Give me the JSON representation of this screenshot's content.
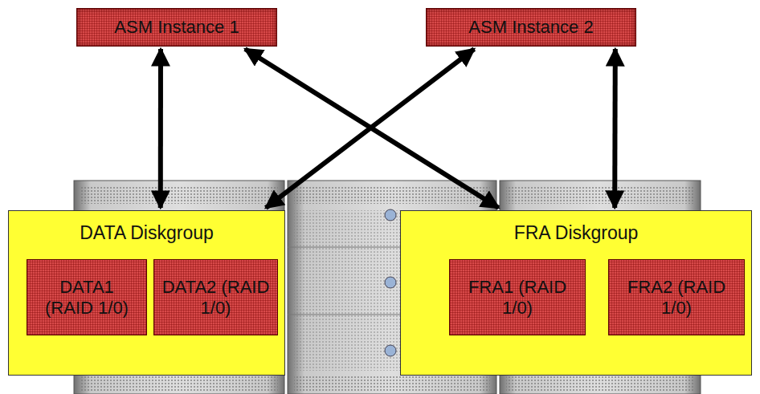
{
  "diagram": {
    "nodes": [
      {
        "text": [
          "ASM Instance 1"
        ]
      },
      {
        "text": [
          "ASM Instance 2"
        ]
      },
      {
        "text": [
          "DATA Diskgroup"
        ]
      },
      {
        "text": [
          "DATA1 (RAID 1/0)"
        ],
        "in": 2
      },
      {
        "text": [
          "DATA2 (RAID 1/0)"
        ],
        "in": 2
      },
      {
        "text": [
          "FRA Diskgroup"
        ]
      },
      {
        "text": [
          "FRA1 (RAID 1/0)"
        ],
        "in": 5
      },
      {
        "text": [
          "FRA2 (RAID 1/0)"
        ],
        "in": 5
      }
    ],
    "edges": [
      {
        "from": 0,
        "to": 2,
        "arrow": "both"
      },
      {
        "from": 0,
        "to": 5,
        "arrow": "both"
      },
      {
        "from": 1,
        "to": 2,
        "arrow": "both"
      },
      {
        "from": 1,
        "to": 5,
        "arrow": "both"
      }
    ]
  }
}
